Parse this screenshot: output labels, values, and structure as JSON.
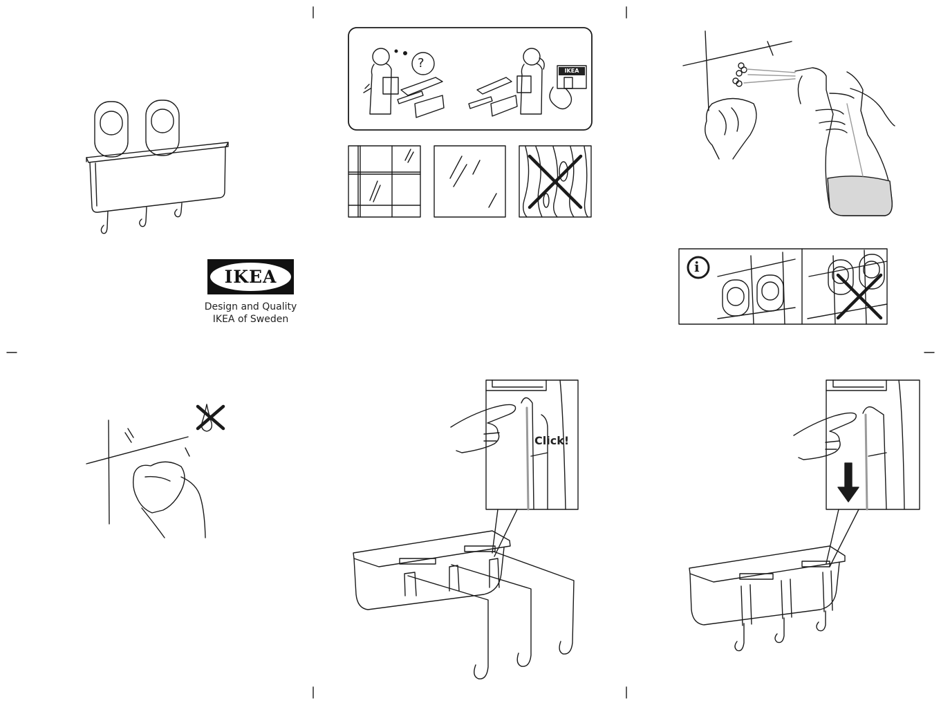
{
  "brand": {
    "logo_text": "IKEA",
    "tagline_line1": "Design and Quality",
    "tagline_line2": "IKEA of Sweden"
  },
  "help_panel": {
    "question_mark": "?",
    "store_sign_text": "IKEA"
  },
  "info_panel": {
    "info_symbol": "i"
  },
  "install_step": {
    "click_text": "Click!"
  },
  "colors": {
    "line": "#1a1a1a",
    "background": "#ffffff",
    "liquid": "#d8d8d8",
    "hook_shade": "#9a9a9a"
  }
}
